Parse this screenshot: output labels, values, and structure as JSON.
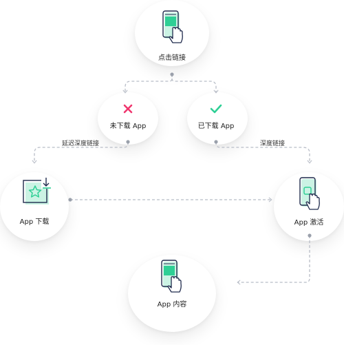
{
  "nodes": {
    "click_link": "点击链接",
    "not_downloaded": "未下载 App",
    "downloaded": "已下载 App",
    "app_download": "App 下载",
    "app_activate": "App 激活",
    "app_content": "App 内容"
  },
  "edges": {
    "deferred_deep_link": "延迟深度链接",
    "deep_link": "深度链接"
  },
  "colors": {
    "accent_green": "#2ecf95",
    "dark_stroke": "#1f2a4c",
    "cross_red": "#f0366e",
    "dash_gray": "#b8bdc7"
  }
}
